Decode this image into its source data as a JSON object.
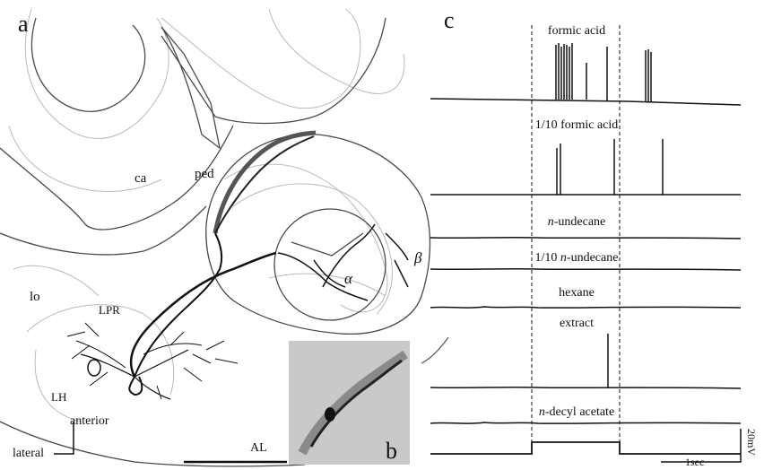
{
  "panels": {
    "a": "a",
    "b": "b",
    "c": "c"
  },
  "regions": {
    "ca": "ca",
    "ped": "ped",
    "lo": "lo",
    "LPR": "LPR",
    "LH": "LH",
    "alpha": "α",
    "beta": "β",
    "AL": "AL"
  },
  "orientation": {
    "anterior": "anterior",
    "lateral": "lateral"
  },
  "recordings": [
    {
      "prefix": "",
      "italic": "",
      "suffix": "formic acid"
    },
    {
      "prefix": "1/10 formic acid",
      "italic": "",
      "suffix": ""
    },
    {
      "prefix": "",
      "italic": "n",
      "suffix": "-undecane"
    },
    {
      "prefix": "1/10 ",
      "italic": "n",
      "suffix": "-undecane"
    },
    {
      "prefix": "hexane",
      "italic": "",
      "suffix": ""
    },
    {
      "prefix": "extract",
      "italic": "",
      "suffix": ""
    },
    {
      "prefix": "",
      "italic": "n",
      "suffix": "-decyl acetate"
    }
  ],
  "scale": {
    "voltage": "20mV",
    "time": "1sec"
  }
}
